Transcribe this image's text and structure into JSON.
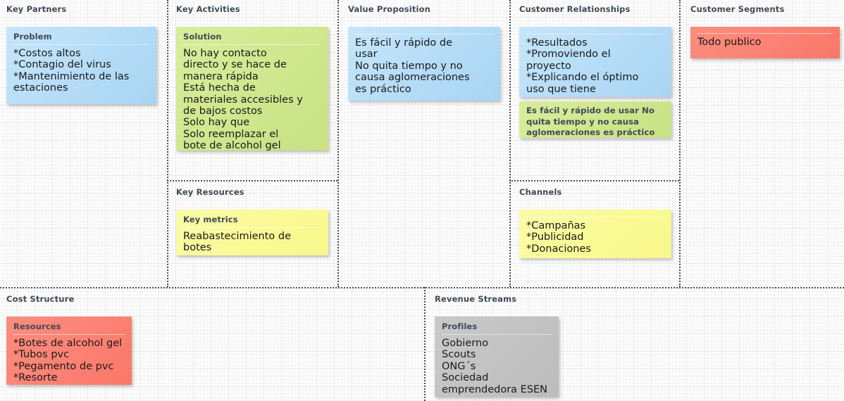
{
  "canvas": {
    "type": "lean-business-model-canvas",
    "background": "#fdfdfd",
    "grid": true
  },
  "blocks": [
    {
      "id": "key-partners",
      "title": "Key Partners"
    },
    {
      "id": "key-activities",
      "title": "Key Activities"
    },
    {
      "id": "value-proposition",
      "title": "Value Proposition"
    },
    {
      "id": "customer-relationships",
      "title": "Customer Relationships"
    },
    {
      "id": "customer-segments",
      "title": "Customer Segments"
    },
    {
      "id": "key-resources",
      "title": "Key Resources"
    },
    {
      "id": "channels",
      "title": "Channels"
    },
    {
      "id": "cost-structure",
      "title": "Cost Structure"
    },
    {
      "id": "revenue-streams",
      "title": "Revenue Streams"
    }
  ],
  "notes": [
    {
      "id": "note-problem",
      "block": "key-partners",
      "color": "#b5dcf7",
      "title": "Problem",
      "body": "*Costos altos\n*Contagio del virus\n*Mantenimiento de las estaciones"
    },
    {
      "id": "note-solution",
      "block": "key-activities",
      "color": "#cfe78d",
      "title": "Solution",
      "body": "No hay contacto\ndirecto y se hace de\nmanera rápida\nEstá hecha de\nmateriales accesibles y\nde bajos costos\nSolo hay que\nSolo reemplazar el\nbote de alcohol gel"
    },
    {
      "id": "note-value-proposition",
      "block": "value-proposition",
      "color": "#b5dcf7",
      "title": "",
      "body": "Es fácil y rápido de\nusar\nNo quita tiempo y no\ncausa aglomeraciones\nes práctico"
    },
    {
      "id": "note-customer-relationships",
      "block": "customer-relationships",
      "color": "#b5dcf7",
      "title": "",
      "body": "*Resultados\n*Promoviendo el\nproyecto\n*Explicando el óptimo\nuso que tiene"
    },
    {
      "id": "note-relationship-summary",
      "block": "customer-relationships",
      "color": "#cfe78d",
      "title": "",
      "body_bold": "Es fácil y rápido de usar No quita tiempo y no causa aglomeraciones es práctico"
    },
    {
      "id": "note-customer-segments",
      "block": "customer-segments",
      "color": "#fb8274",
      "title": "",
      "body": "Todo publico"
    },
    {
      "id": "note-key-metrics",
      "block": "key-resources",
      "color": "#fafa95",
      "title": "Key metrics",
      "body": "Reabastecimiento de\nbotes"
    },
    {
      "id": "note-channels",
      "block": "channels",
      "color": "#fafa95",
      "title": "",
      "body": "*Campañas\n*Publicidad\n*Donaciones"
    },
    {
      "id": "note-resources",
      "block": "cost-structure",
      "color": "#fb8274",
      "title": "Resources",
      "body": "*Botes de alcohol gel\n*Tubos pvc\n*Pegamento de pvc\n*Resorte"
    },
    {
      "id": "note-profiles",
      "block": "revenue-streams",
      "color": "#c2c2c2",
      "title": "Profiles",
      "body": "Gobierno\nScouts\nONG´s\nSociedad\nemprendedora ESEN"
    }
  ]
}
